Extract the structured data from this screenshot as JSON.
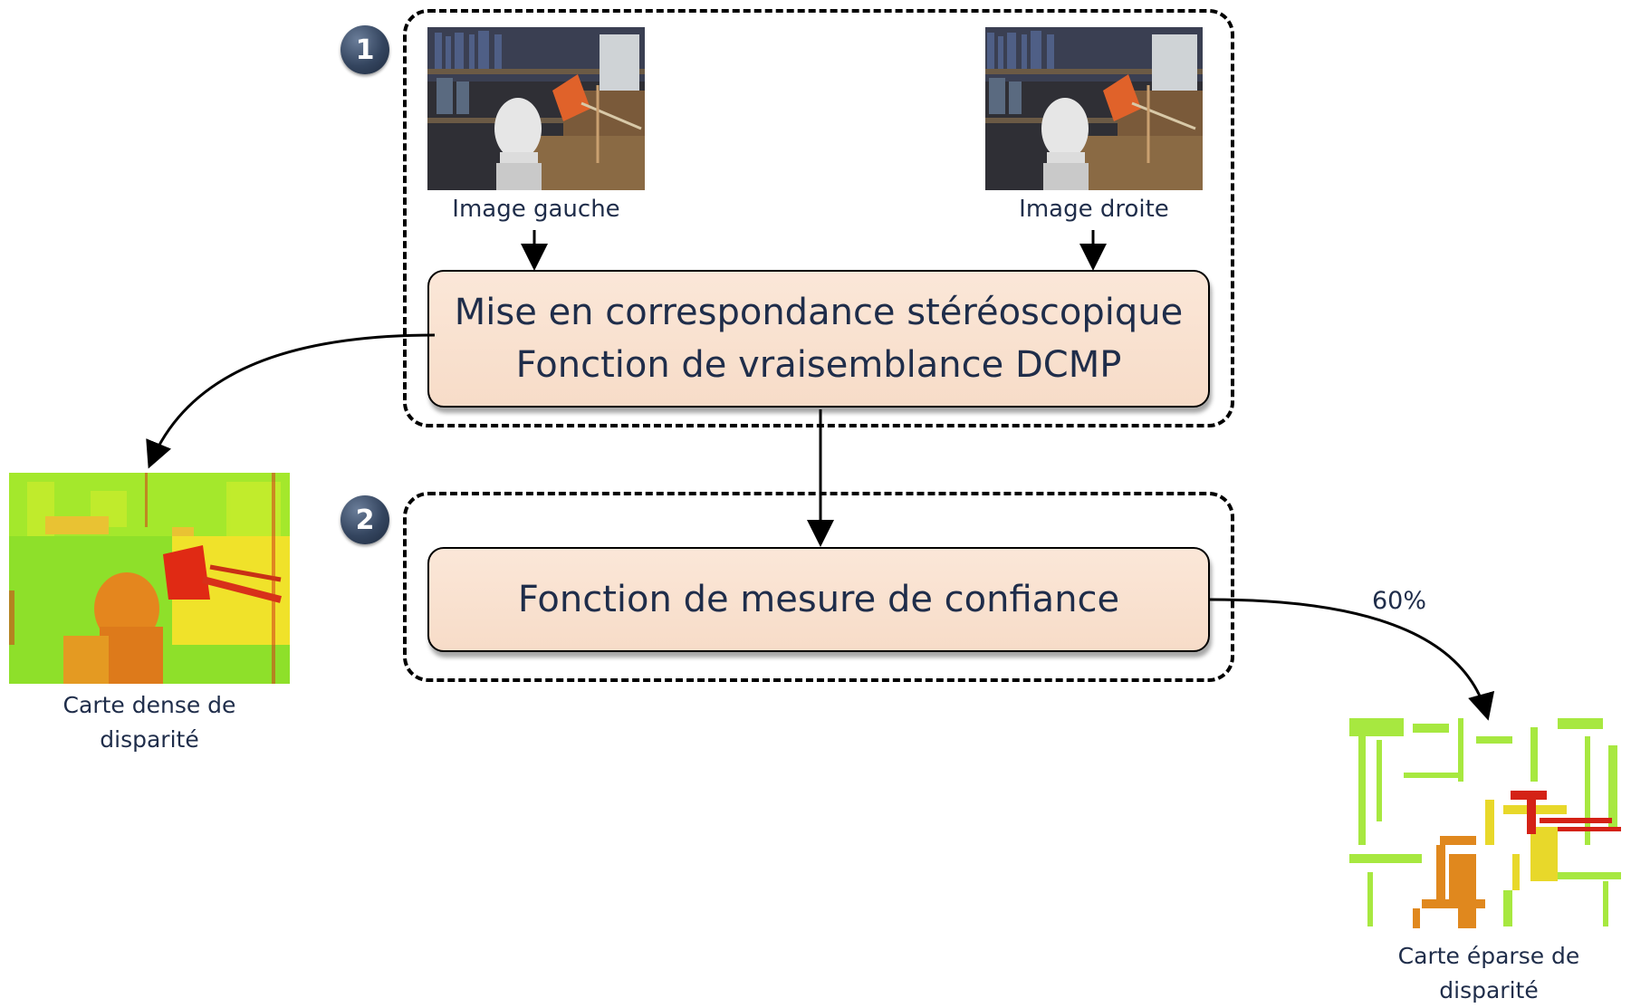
{
  "step1": {
    "badge": "1"
  },
  "step2": {
    "badge": "2"
  },
  "left_image": {
    "label": "Image gauche"
  },
  "right_image": {
    "label": "Image droite"
  },
  "matching_box": {
    "line1": "Mise en correspondance stéréoscopique",
    "line2": "Fonction de vraisemblance DCMP"
  },
  "confidence_box": {
    "label": "Fonction de mesure de confiance"
  },
  "dense_map": {
    "label_line1": "Carte dense de",
    "label_line2": "disparité"
  },
  "sparse_map": {
    "label_line1": "Carte éparse de",
    "label_line2": "disparité"
  },
  "sparse_percentage": "60%",
  "colors": {
    "box_fill": "#fbe7d8",
    "text": "#1f2d4a",
    "badge": "#34455f"
  }
}
